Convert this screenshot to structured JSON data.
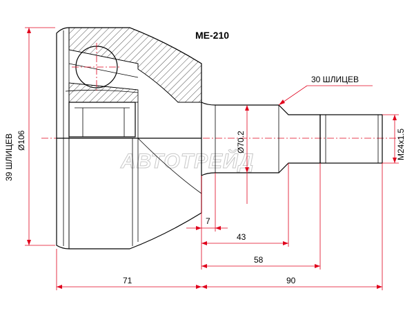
{
  "part_number": "ME-210",
  "watermark": "АВТОТРЕЙД",
  "dimensions": {
    "outer_splines": "39 ШЛИЦЕВ",
    "outer_diameter": "Ø106",
    "inner_splines": "30 ШЛИЦЕВ",
    "shaft_diameter": "Ø70.2",
    "thread": "M24x1.5",
    "dim_7": "7",
    "dim_43": "43",
    "dim_58": "58",
    "dim_71": "71",
    "dim_90": "90"
  },
  "colors": {
    "dimension_lines": "#e0001b",
    "outline": "#000000",
    "watermark": "#c8c8c8"
  }
}
